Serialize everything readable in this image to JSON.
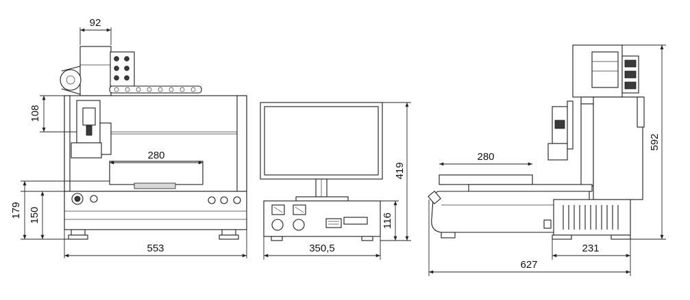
{
  "dimensions": {
    "front_top_width": "92",
    "front_gantry_height": "108",
    "front_table_width": "280",
    "front_total_height": "179",
    "front_base_height": "150",
    "front_total_width": "553",
    "monitor_height": "419",
    "controller_height": "116",
    "controller_width": "350,5",
    "side_table_width": "280",
    "side_total_height": "592",
    "side_base_width": "231",
    "side_total_width": "627"
  }
}
